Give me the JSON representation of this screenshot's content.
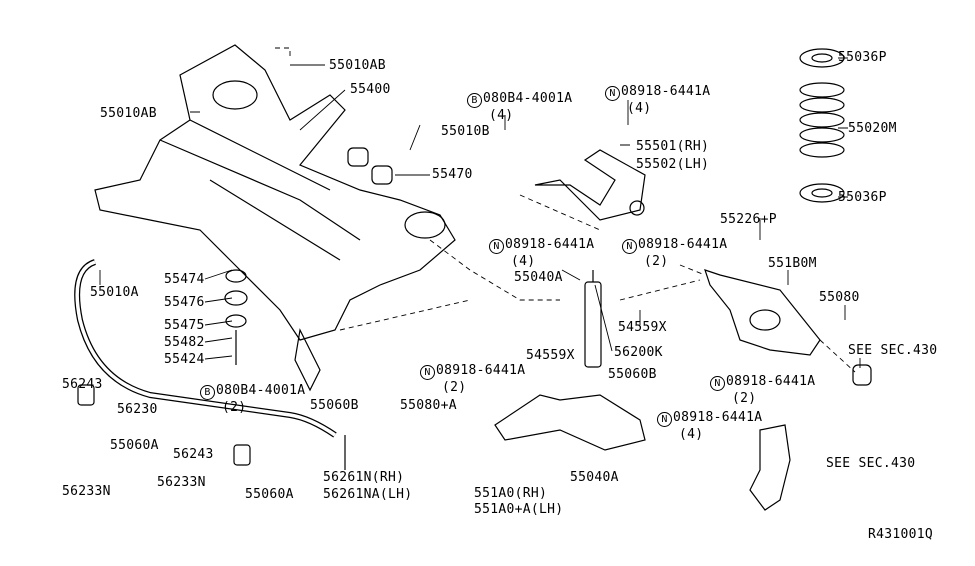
{
  "diagram": {
    "reference_code": "R431001Q",
    "labels": [
      {
        "id": "l1",
        "text": "55010AB"
      },
      {
        "id": "l2",
        "text": "55010AB"
      },
      {
        "id": "l3",
        "text": "55400"
      },
      {
        "id": "l4",
        "text": "55010B"
      },
      {
        "id": "l5",
        "text": "55470"
      },
      {
        "id": "l6",
        "text": "08918-6441A",
        "prefix": "N",
        "qty": "(4)"
      },
      {
        "id": "l7",
        "text": "080B4-4001A",
        "prefix": "B",
        "qty": "(4)"
      },
      {
        "id": "l8",
        "text": "55501(RH)"
      },
      {
        "id": "l9",
        "text": "55502(LH)"
      },
      {
        "id": "l10",
        "text": "55036P"
      },
      {
        "id": "l11",
        "text": "55020M"
      },
      {
        "id": "l12",
        "text": "55036P"
      },
      {
        "id": "l13",
        "text": "55226+P"
      },
      {
        "id": "l14",
        "text": "551B0M"
      },
      {
        "id": "l15",
        "text": "55080"
      },
      {
        "id": "l16",
        "text": "SEE SEC.430"
      },
      {
        "id": "l17",
        "text": "08918-6441A",
        "prefix": "N",
        "qty": "(2)"
      },
      {
        "id": "l18",
        "text": "08918-6441A",
        "prefix": "N",
        "qty": "(4)"
      },
      {
        "id": "l19",
        "text": "SEE SEC.430"
      },
      {
        "id": "l20",
        "text": "08918-6441A",
        "prefix": "N",
        "qty": "(4)"
      },
      {
        "id": "l21",
        "text": "08918-6441A",
        "prefix": "N",
        "qty": "(2)"
      },
      {
        "id": "l22",
        "text": "55040A"
      },
      {
        "id": "l23",
        "text": "54559X"
      },
      {
        "id": "l24",
        "text": "56200K"
      },
      {
        "id": "l25",
        "text": "54559X"
      },
      {
        "id": "l26",
        "text": "55060B"
      },
      {
        "id": "l27",
        "text": "08918-6441A",
        "prefix": "N",
        "qty": "(2)"
      },
      {
        "id": "l28",
        "text": "55080+A"
      },
      {
        "id": "l29",
        "text": "55040A"
      },
      {
        "id": "l30",
        "text": "551A0(RH)"
      },
      {
        "id": "l31",
        "text": "551A0+A(LH)"
      },
      {
        "id": "l32",
        "text": "55474"
      },
      {
        "id": "l33",
        "text": "55476"
      },
      {
        "id": "l34",
        "text": "55475"
      },
      {
        "id": "l35",
        "text": "55482"
      },
      {
        "id": "l36",
        "text": "55424"
      },
      {
        "id": "l37",
        "text": "55010A"
      },
      {
        "id": "l38",
        "text": "080B4-4001A",
        "prefix": "B",
        "qty": "(2)"
      },
      {
        "id": "l39",
        "text": "55060B"
      },
      {
        "id": "l40",
        "text": "56243"
      },
      {
        "id": "l41",
        "text": "56230"
      },
      {
        "id": "l42",
        "text": "55060A"
      },
      {
        "id": "l43",
        "text": "56233N"
      },
      {
        "id": "l44",
        "text": "56243"
      },
      {
        "id": "l45",
        "text": "56233N"
      },
      {
        "id": "l46",
        "text": "55060A"
      },
      {
        "id": "l47",
        "text": "56261N(RH)"
      },
      {
        "id": "l48",
        "text": "56261NA(LH)"
      }
    ]
  }
}
